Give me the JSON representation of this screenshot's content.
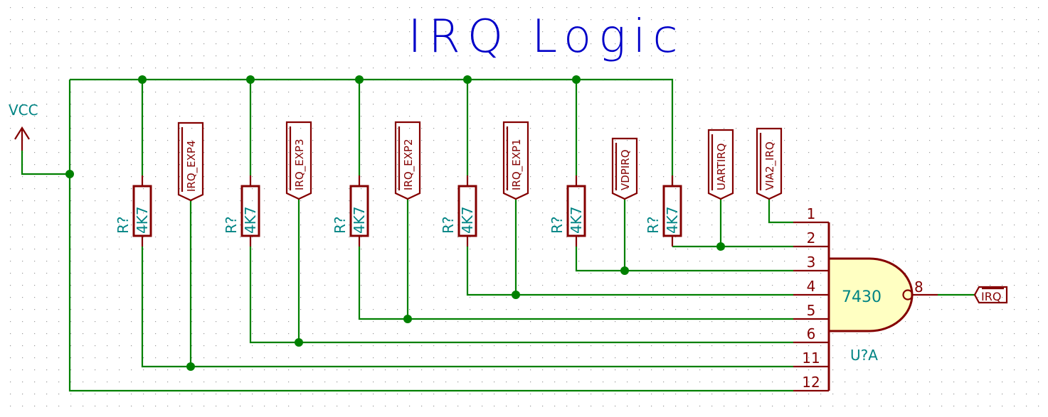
{
  "title": "IRQ Logic",
  "power": {
    "label": "VCC",
    "icon": "power-arrow-up-icon"
  },
  "resistors": [
    {
      "ref": "R?",
      "value": "4K7"
    },
    {
      "ref": "R?",
      "value": "4K7"
    },
    {
      "ref": "R?",
      "value": "4K7"
    },
    {
      "ref": "R?",
      "value": "4K7"
    },
    {
      "ref": "R?",
      "value": "4K7"
    },
    {
      "ref": "R?",
      "value": "4K7"
    }
  ],
  "input_labels": [
    {
      "text": "IRQ_EXP4",
      "active_low": true,
      "gate_pin": "11"
    },
    {
      "text": "IRQ_EXP3",
      "active_low": true,
      "gate_pin": "6"
    },
    {
      "text": "IRQ_EXP2",
      "active_low": true,
      "gate_pin": "5"
    },
    {
      "text": "IRQ_EXP1",
      "active_low": true,
      "gate_pin": "4"
    },
    {
      "text": "VDPIRQ",
      "active_low": true,
      "gate_pin": "3"
    },
    {
      "text": "UARTIRQ",
      "active_low": true,
      "gate_pin": "2"
    },
    {
      "text": "VIA2_IRQ",
      "active_low": true,
      "gate_pin": "1"
    }
  ],
  "gate": {
    "part": "7430",
    "ref": "U?A",
    "input_pins": [
      "1",
      "2",
      "3",
      "4",
      "5",
      "6",
      "11",
      "12"
    ],
    "output_pin": "8",
    "body_color": "#ffffc2"
  },
  "output_label": {
    "text": "IRQ",
    "active_low": true
  },
  "colors": {
    "wire": "#008000",
    "component": "#840000",
    "field_text": "#008484",
    "title": "#0000c8"
  }
}
